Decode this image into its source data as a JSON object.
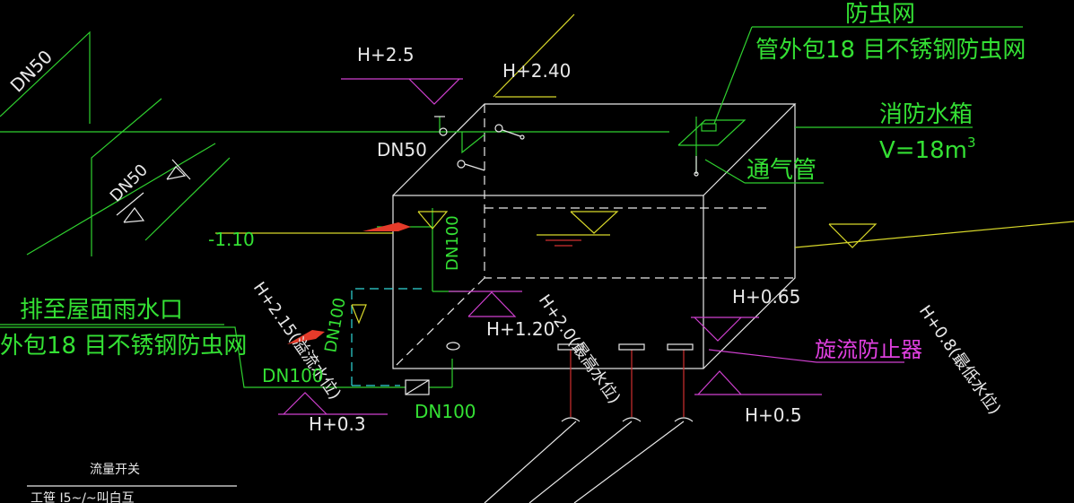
{
  "labels": {
    "insect_net_title": "防虫网",
    "insect_net_spec_right": "管外包18 目不锈钢防虫网",
    "insect_net_spec_left": "外包18 目不锈钢防虫网",
    "tank_name": "消防水箱",
    "tank_volume": "V=18m",
    "tank_volume_sup": "3",
    "vent_pipe": "通气管",
    "drain_to_roof": "排至屋面雨水口",
    "vortex_preventer": "旋流防止器",
    "flow_switch": "流量开关",
    "bottom_partial": "工笹 I5~/~叫白互",
    "dn50_top_left": "DN50",
    "dn50_mid_left": "DN50",
    "dn50_center": "DN50",
    "dn100_vertical": "DN100",
    "dn100_left_vertical": "DN100",
    "dn100_left": "DN100",
    "dn100_bottom": "DN100",
    "h_2_5": "H+2.5",
    "h_2_40": "H+2.40",
    "h_minus_1_10": "-1.10",
    "h_2_15_overflow": "H+2.15(溢流水位)",
    "h_0_3": "H+0.3",
    "h_1_20": "H+1.20",
    "h_2_0_max": "H+2.0(最高水位)",
    "h_0_65": "H+0.65",
    "h_0_5": "H+0.5",
    "h_0_8_min": "H+0.8(最低水位)"
  },
  "colors": {
    "background": "#000000",
    "white": "#e8e8e8",
    "green": "#34e034",
    "yellow": "#d8d82a",
    "magenta": "#e040e0",
    "cyan": "#30d8d8",
    "red": "#d03030",
    "arrow_red": "#e53b2a"
  }
}
